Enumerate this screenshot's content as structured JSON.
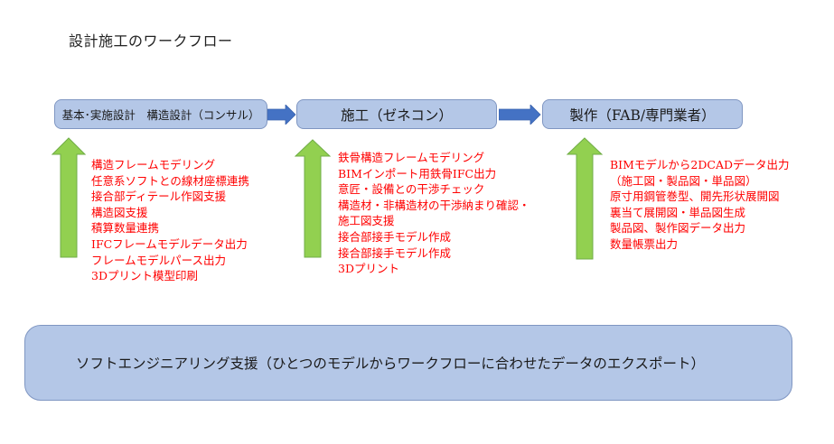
{
  "title": "設計施工のワークフロー",
  "colors": {
    "stage_fill": "#b4c7e7",
    "stage_border": "#7f96c2",
    "flow_arrow": "#4472c4",
    "up_arrow_fill": "#92d050",
    "up_arrow_border": "#70ad47",
    "task_text": "#ff0000"
  },
  "stages": [
    {
      "label": "基本･実施設計　構造設計（コンサル）",
      "tasks": [
        "構造フレームモデリング",
        "任意系ソフトとの線材座標連携",
        "接合部ディテール作図支援",
        "構造図支援",
        "積算数量連携",
        "IFCフレームモデルデータ出力",
        "フレームモデルパース出力",
        "3Dプリント模型印刷"
      ]
    },
    {
      "label": "施工（ゼネコン）",
      "tasks": [
        "鉄骨構造フレームモデリング",
        "BIMインポート用鉄骨IFC出力",
        "意匠・設備との干渉チェック",
        "構造材・非構造材の干渉納まり確認・",
        "施工図支援",
        "接合部接手モデル作成",
        "接合部接手モデル作成",
        "3Dプリント"
      ]
    },
    {
      "label": "製作（FAB/専門業者）",
      "tasks": [
        "BIMモデルから2DCADデータ出力",
        "（施工図・製品図・単品図）",
        "原寸用鋼管巻型、開先形状展開図",
        "裏当て展開図・単品図生成",
        "製品図、製作図データ出力",
        "数量帳票出力"
      ]
    }
  ],
  "flow_arrows": [
    {
      "from": "stage-1",
      "to": "stage-2",
      "icon": "right-arrow-icon"
    },
    {
      "from": "stage-2",
      "to": "stage-3",
      "icon": "right-arrow-icon"
    }
  ],
  "up_arrows": [
    {
      "icon": "up-arrow-icon"
    },
    {
      "icon": "up-arrow-icon"
    },
    {
      "icon": "up-arrow-icon"
    }
  ],
  "bottom": {
    "label": "ソフトエンジニアリング支援（ひとつのモデルからワークフローに合わせたデータのエクスポート）"
  }
}
